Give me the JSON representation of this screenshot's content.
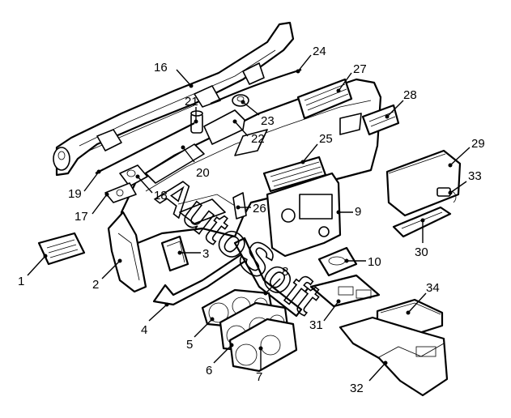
{
  "watermark": "AutoSoft",
  "callouts": [
    {
      "id": "label-1",
      "text": "1"
    },
    {
      "id": "label-2",
      "text": "2"
    },
    {
      "id": "label-3",
      "text": "3"
    },
    {
      "id": "label-4",
      "text": "4"
    },
    {
      "id": "label-5",
      "text": "5"
    },
    {
      "id": "label-6",
      "text": "6"
    },
    {
      "id": "label-7",
      "text": "7"
    },
    {
      "id": "label-8",
      "text": "8"
    },
    {
      "id": "label-9",
      "text": "9"
    },
    {
      "id": "label-10",
      "text": "10"
    },
    {
      "id": "label-16",
      "text": "16"
    },
    {
      "id": "label-17",
      "text": "17"
    },
    {
      "id": "label-18",
      "text": "18"
    },
    {
      "id": "label-19",
      "text": "19"
    },
    {
      "id": "label-20",
      "text": "20"
    },
    {
      "id": "label-21",
      "text": "21"
    },
    {
      "id": "label-22",
      "text": "22"
    },
    {
      "id": "label-23",
      "text": "23"
    },
    {
      "id": "label-24",
      "text": "24"
    },
    {
      "id": "label-25",
      "text": "25"
    },
    {
      "id": "label-26",
      "text": "26"
    },
    {
      "id": "label-27",
      "text": "27"
    },
    {
      "id": "label-28",
      "text": "28"
    },
    {
      "id": "label-29",
      "text": "29"
    },
    {
      "id": "label-30",
      "text": "30"
    },
    {
      "id": "label-31",
      "text": "31"
    },
    {
      "id": "label-32",
      "text": "32"
    },
    {
      "id": "label-33",
      "text": "33"
    },
    {
      "id": "label-34",
      "text": "34"
    }
  ]
}
